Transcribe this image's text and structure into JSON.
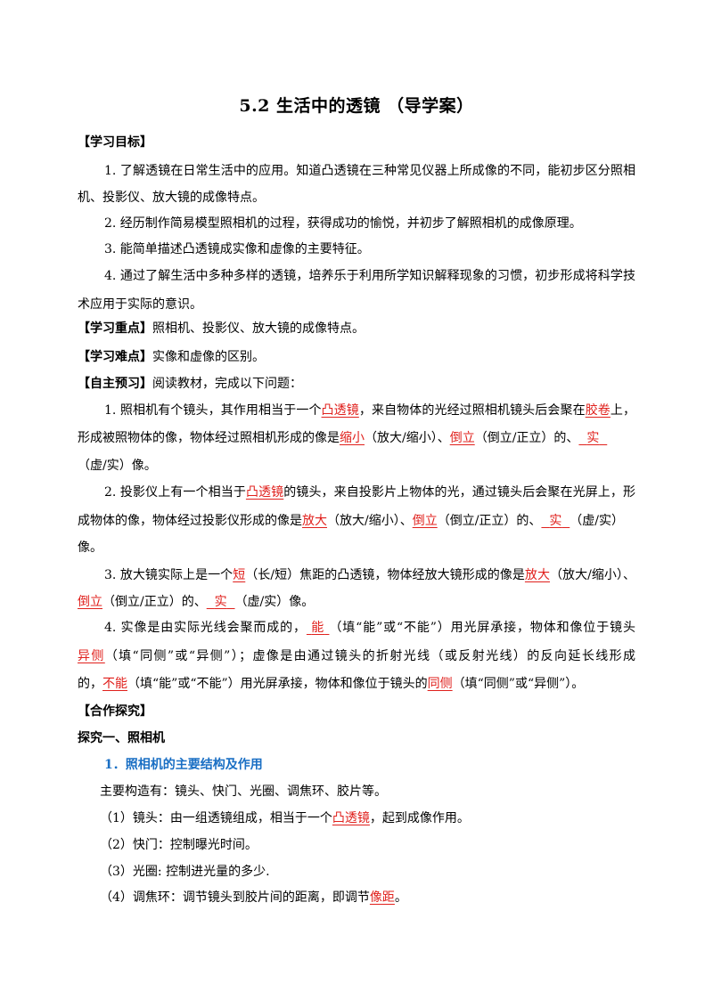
{
  "title": "5.2  生活中的透镜  （导学案）",
  "objectives": {
    "heading": "【学习目标】",
    "item1_line1": "1. 了解透镜在日常生活中的应用。知道凸透镜在三种常见仪器上所成像的不同，能初步区分照相",
    "item1_line2": "机、投影仪、放大镜的成像特点。",
    "item2": "2. 经历制作简易模型照相机的过程，获得成功的愉悦，并初步了解照相机的成像原理。",
    "item3": "3. 能简单描述凸透镜成实像和虚像的主要特征。",
    "item4_line1": "4. 通过了解生活中多种多样的透镜，培养乐于利用所学知识解释现象的习惯，初步形成将科学技",
    "item4_line2": "术应用于实际的意识。"
  },
  "keypoint": {
    "heading": "【学习重点】",
    "text": "照相机、投影仪、放大镜的成像特点。"
  },
  "difficulty": {
    "heading": "【学习难点】",
    "text": "实像和虚像的区别。"
  },
  "preview": {
    "heading": "【自主预习】",
    "intro": "阅读教材，完成以下问题：",
    "q1": {
      "a": "1. 照相机有个镜头，其作用相当于一个",
      "b1": "凸透镜",
      "c": "，来自物体的光经过照相机镜头后会聚在",
      "b2": "胶卷",
      "d": "上，",
      "e": "形成被照物体的像，物体经过照相机形成的像是",
      "b3": "缩小",
      "f": "（放大/缩小）、",
      "b4": "倒立",
      "g": "（倒立/正立）的、",
      "b5": "实",
      "h": "（虚/实）像。"
    },
    "q2": {
      "a": "2. 投影仪上有一个相当于",
      "b1": "凸透镜",
      "c": "的镜头，来自投影片上物体的光，通过镜头后会聚在光屏上，形",
      "d": "成物体的像，物体经过投影仪形成的像是",
      "b2": "放大",
      "e": "（放大/缩小）、",
      "b3": "倒立",
      "f": "（倒立/正立）的、",
      "b4": "实",
      "g": "（虚/实）",
      "h": "像。"
    },
    "q3": {
      "a": "3. 放大镜实际上是一个",
      "b1": "短",
      "c": "（长/短）焦距的凸透镜，物体经放大镜形成的像是",
      "b2": "放大",
      "d": "（放大/缩小）、",
      "b3": "倒立",
      "e": "（倒立/正立）的、",
      "b4": "实",
      "f": "（虚/实）像。"
    },
    "q4": {
      "a": "4. 实像是由实际光线会聚而成的，",
      "b1": "能",
      "c": "（填“能”或“不能”）用光屏承接，物体和像位于镜头",
      "b2": "异侧",
      "d": "（填“同侧”或“异侧”）；虚像是由通过镜头的折射光线（或反射光线）的反向延长线形成",
      "e": "的，",
      "b3": "不能",
      "f": "（填“能”或“不能”）用光屏承接，物体和像位于镜头的",
      "b4": "同侧",
      "g": "（填“同侧”或“异侧”）。"
    }
  },
  "cooperate": {
    "heading": "【合作探究】",
    "section1": "探究一、照相机",
    "sub1": "1．照相机的主要结构及作用",
    "structure": "主要构造有：镜头、快门、光圈、调焦环、胶片等。",
    "p1a": "（1）镜头：由一组透镜组成，相当于一个",
    "p1b": "凸透镜",
    "p1c": "，起到成像作用。",
    "p2": "（2）快门：控制曝光时间。",
    "p3": "（3）光圈: 控制进光量的多少.",
    "p4a": "（4）调焦环：调节镜头到胶片间的距离，即调节",
    "p4b": "像距",
    "p4c": "。"
  },
  "colors": {
    "answer": "#e0201c",
    "subheading": "#1a6fc4"
  }
}
